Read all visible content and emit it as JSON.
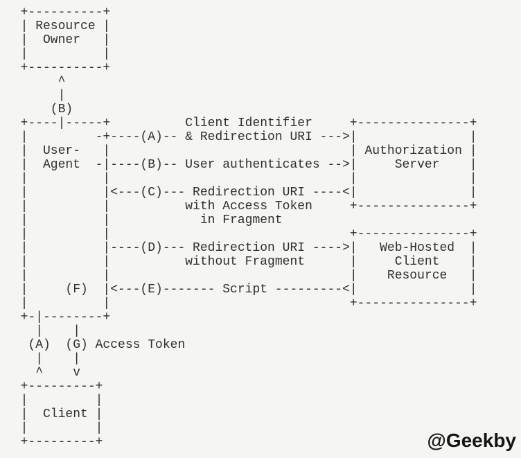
{
  "diagram": {
    "type": "ascii-flow-diagram",
    "ascii_lines": [
      "  +----------+",
      "  | Resource |",
      "  |  Owner   |",
      "  |          |",
      "  +----------+",
      "       ^",
      "       |",
      "      (B)",
      "  +----|-----+          Client Identifier     +---------------+",
      "  |         -+----(A)-- & Redirection URI --->|               |",
      "  |  User-   |                                | Authorization |",
      "  |  Agent  -|----(B)-- User authenticates -->|     Server    |",
      "  |          |                                |               |",
      "  |          |<---(C)--- Redirection URI ----<|               |",
      "  |          |          with Access Token     +---------------+",
      "  |          |            in Fragment",
      "  |          |                                +---------------+",
      "  |          |----(D)--- Redirection URI ---->|   Web-Hosted  |",
      "  |          |          without Fragment      |     Client    |",
      "  |          |                                |    Resource   |",
      "  |     (F)  |<---(E)------- Script ---------<|               |",
      "  |          |                                +---------------+",
      "  +-|--------+",
      "    |    |",
      "   (A)  (G) Access Token",
      "    |    |",
      "    ^    v",
      "  +---------+",
      "  |         |",
      "  |  Client |",
      "  |         |",
      "  +---------+"
    ],
    "entities": [
      "Resource Owner",
      "User-Agent",
      "Authorization Server",
      "Web-Hosted Client Resource",
      "Client"
    ],
    "steps": [
      {
        "id": "(A)",
        "label": "Client Identifier & Redirection URI"
      },
      {
        "id": "(B)",
        "label": "User authenticates"
      },
      {
        "id": "(C)",
        "label": "Redirection URI with Access Token in Fragment"
      },
      {
        "id": "(D)",
        "label": "Redirection URI without Fragment"
      },
      {
        "id": "(E)",
        "label": "Script"
      },
      {
        "id": "(F)",
        "label": ""
      },
      {
        "id": "(G)",
        "label": "Access Token"
      }
    ]
  },
  "watermark": {
    "text": "@Geekby"
  },
  "colors": {
    "background": "#f5f5f2",
    "text": "#2e2e2e",
    "watermark": "#161616"
  }
}
